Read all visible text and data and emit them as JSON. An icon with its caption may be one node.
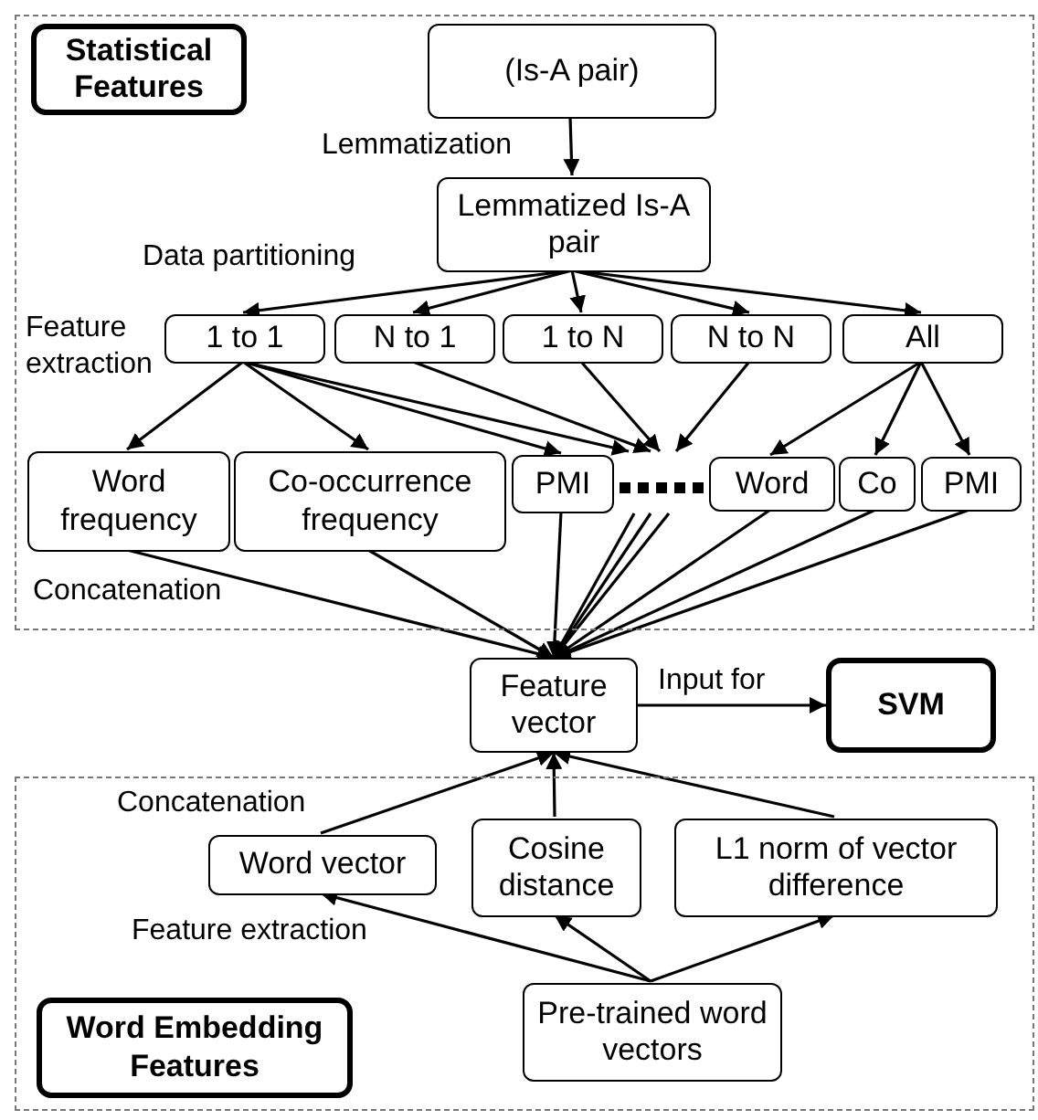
{
  "diagram": {
    "nodes": [
      {
        "text": [],
        "shape": "box"
      },
      {
        "text": [
          "Statistical Features"
        ],
        "in": 0
      },
      {
        "text": [
          "(Is-A pair)"
        ],
        "in": 0
      },
      {
        "text": [
          "Lemmatized Is-A pair"
        ],
        "in": 0
      },
      {
        "text": [
          "1 to 1"
        ],
        "in": 0
      },
      {
        "text": [
          "N to 1"
        ],
        "in": 0
      },
      {
        "text": [
          "1 to N"
        ],
        "in": 0
      },
      {
        "text": [
          "N to N"
        ],
        "in": 0
      },
      {
        "text": [
          "All"
        ],
        "in": 0
      },
      {
        "text": [
          "Word frequency"
        ],
        "in": 0
      },
      {
        "text": [
          "Co-occurrence frequency"
        ],
        "in": 0
      },
      {
        "text": [
          "PMI"
        ],
        "in": 0
      },
      {
        "text": [],
        "shape": "dots",
        "in": 0
      },
      {
        "text": [
          "Word"
        ],
        "in": 0
      },
      {
        "text": [
          "Co"
        ],
        "in": 0
      },
      {
        "text": [
          "PMI"
        ],
        "in": 0
      },
      {
        "text": [
          "Feature vector"
        ]
      },
      {
        "text": [
          "SVM"
        ]
      },
      {
        "text": [],
        "shape": "box"
      },
      {
        "text": [
          "Word Embedding Features"
        ],
        "in": 18
      },
      {
        "text": [
          "Word vector"
        ],
        "in": 18
      },
      {
        "text": [
          "Cosine distance"
        ],
        "in": 18
      },
      {
        "text": [
          "L1 norm of vector difference"
        ],
        "in": 18
      },
      {
        "text": [
          "Pre-trained word vectors"
        ],
        "in": 18
      }
    ],
    "edges": [
      {
        "from": 2,
        "to": 3,
        "arrow": "to",
        "label": "Lemmatization"
      },
      {
        "from": 3,
        "to": 4,
        "arrow": "to"
      },
      {
        "from": 3,
        "to": 5,
        "arrow": "to"
      },
      {
        "from": 3,
        "to": 6,
        "arrow": "to"
      },
      {
        "from": 3,
        "to": 7,
        "arrow": "to"
      },
      {
        "from": 3,
        "to": 8,
        "arrow": "to"
      },
      {
        "from": 4,
        "to": 9,
        "arrow": "to"
      },
      {
        "from": 4,
        "to": 10,
        "arrow": "to"
      },
      {
        "from": 4,
        "to": 11,
        "arrow": "to"
      },
      {
        "from": 4,
        "to": 12,
        "arrow": "to"
      },
      {
        "from": 5,
        "to": 12,
        "arrow": "to"
      },
      {
        "from": 6,
        "to": 12,
        "arrow": "to"
      },
      {
        "from": 7,
        "to": 12,
        "arrow": "to"
      },
      {
        "from": 8,
        "to": 13,
        "arrow": "to"
      },
      {
        "from": 8,
        "to": 14,
        "arrow": "to"
      },
      {
        "from": 8,
        "to": 15,
        "arrow": "to"
      },
      {
        "from": 9,
        "to": 16,
        "arrow": "to"
      },
      {
        "from": 10,
        "to": 16,
        "arrow": "to"
      },
      {
        "from": 11,
        "to": 16,
        "arrow": "to"
      },
      {
        "from": 12,
        "to": 16,
        "arrow": "to"
      },
      {
        "from": 12,
        "to": 16,
        "arrow": "to"
      },
      {
        "from": 12,
        "to": 16,
        "arrow": "to"
      },
      {
        "from": 13,
        "to": 16,
        "arrow": "to"
      },
      {
        "from": 14,
        "to": 16,
        "arrow": "to"
      },
      {
        "from": 15,
        "to": 16,
        "arrow": "to"
      },
      {
        "from": 16,
        "to": 17,
        "arrow": "to",
        "label": "Input for"
      },
      {
        "from": 20,
        "to": 16,
        "arrow": "to"
      },
      {
        "from": 21,
        "to": 16,
        "arrow": "to"
      },
      {
        "from": 22,
        "to": 16,
        "arrow": "to"
      },
      {
        "from": 23,
        "to": 20,
        "arrow": "to"
      },
      {
        "from": 23,
        "to": 21,
        "arrow": "to"
      },
      {
        "from": 23,
        "to": 22,
        "arrow": "to"
      }
    ],
    "labels": [
      "Data partitioning",
      "Feature extraction",
      "Concatenation",
      "Concatenation",
      "Feature extraction"
    ]
  }
}
